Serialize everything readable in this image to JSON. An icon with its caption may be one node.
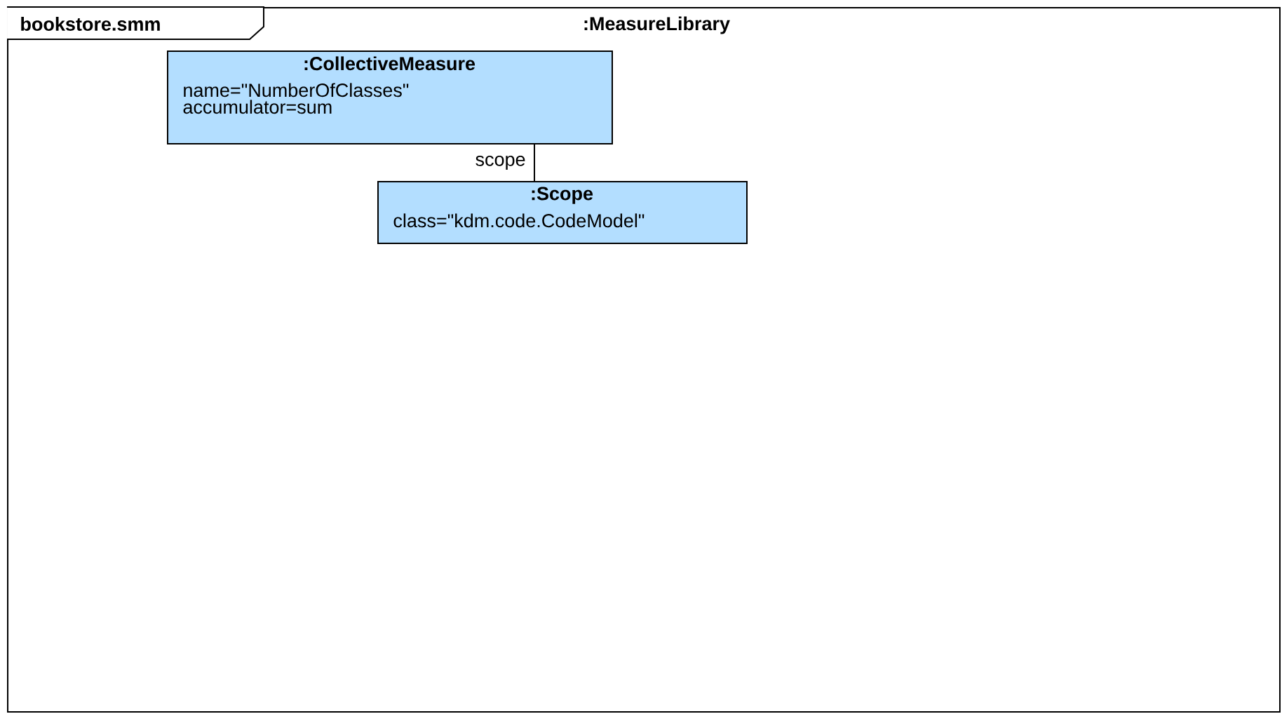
{
  "diagram": {
    "nodes": [
      {
        "text": [
          "bookstore.smm",
          ":MeasureLibrary"
        ]
      },
      {
        "text": [
          ":CollectiveMeasure",
          "name=\"NumberOfClasses\" accumulator=sum"
        ],
        "in": 0
      },
      {
        "text": [
          ":Scope",
          "class=\"kdm.code.CodeModel\""
        ],
        "in": 0
      }
    ],
    "edges": [
      {
        "from": 1,
        "to": 2,
        "arrow": "none",
        "label": "scope"
      }
    ]
  }
}
